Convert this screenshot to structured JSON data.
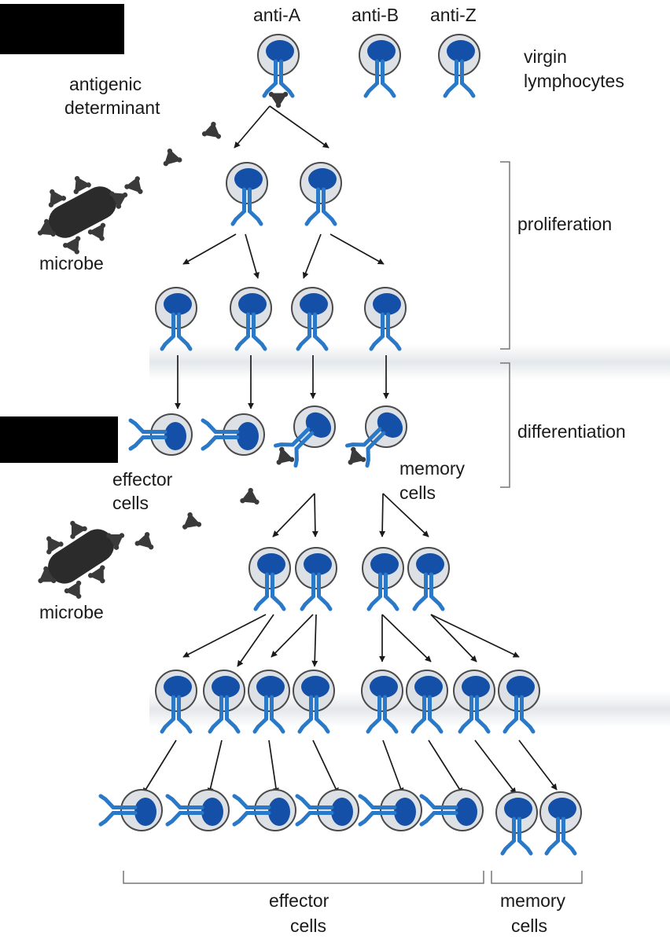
{
  "labels": {
    "anti_a": "anti-A",
    "anti_b": "anti-B",
    "anti_z": "anti-Z",
    "virgin_1": "virgin",
    "virgin_2": "lymphocytes",
    "antigenic_1": "antigenic",
    "antigenic_2": "determinant",
    "microbe_top": "microbe",
    "microbe_mid": "microbe",
    "proliferation": "proliferation",
    "differentiation": "differentiation",
    "effector_mid_1": "effector",
    "effector_mid_2": "cells",
    "memory_mid_1": "memory",
    "memory_mid_2": "cells",
    "effector_bottom_1": "effector",
    "effector_bottom_2": "cells",
    "memory_bottom_1": "memory",
    "memory_bottom_2": "cells"
  },
  "colors": {
    "cell_fill": "#dde1e6",
    "cell_outline": "#4a4a4a",
    "nucleus": "#1550a8",
    "receptor": "#2a78c8",
    "antigen": "#3a3a3a",
    "microbe": "#2b2b2b",
    "arrow": "#1a1a1a",
    "bracket": "#777777",
    "redaction": "#000000"
  }
}
